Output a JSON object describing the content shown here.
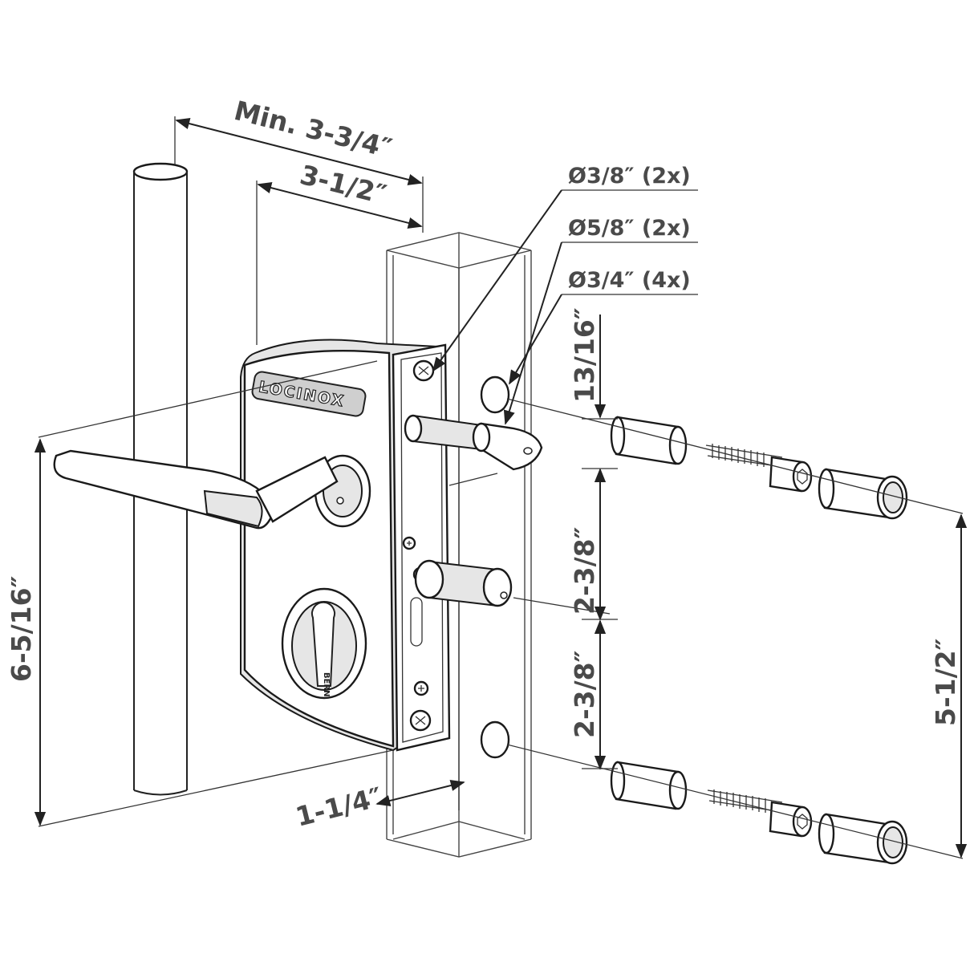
{
  "dimensions": {
    "min_width": "Min. 3-3/4″",
    "width": "3-1/2″",
    "height_total": "6-5/16″",
    "depth": "1-1/4″",
    "top_offset": "13/16″",
    "spacing_upper": "2-3/8″",
    "spacing_lower": "2-3/8″",
    "bolt_spacing": "5-1/2″"
  },
  "callouts": {
    "hole_small": "Ø3/8″ (2x)",
    "hole_medium": "Ø5/8″ (2x)",
    "hole_large": "Ø3/4″ (4x)"
  },
  "lock": {
    "brand": "LOCINOX",
    "cylinder_brand": "BERN"
  },
  "icons": {
    "handle": "lever-handle-icon",
    "cylinder": "key-cylinder-icon",
    "screw": "screw-icon"
  },
  "colors": {
    "line": "#222222",
    "text": "#4a4a4a"
  }
}
